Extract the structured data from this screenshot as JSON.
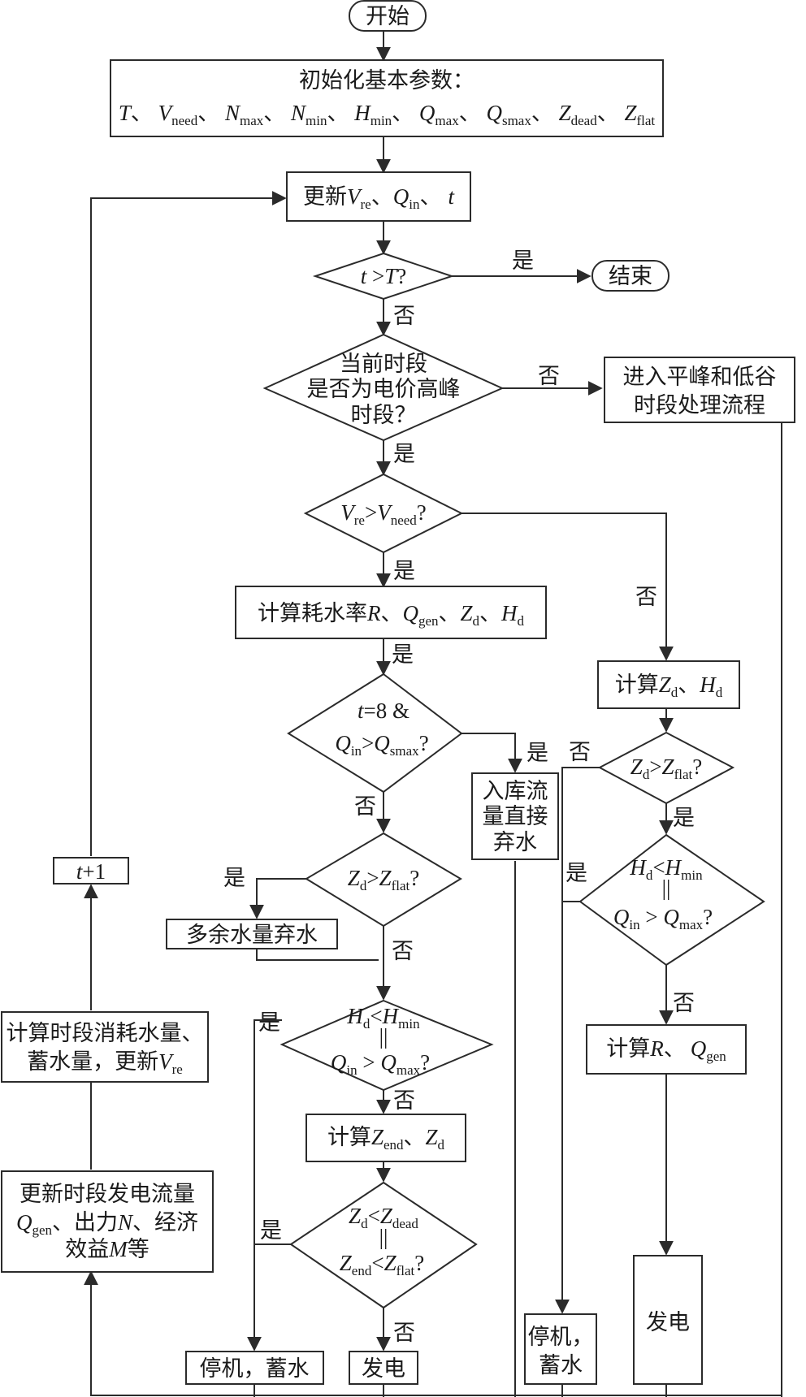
{
  "start": "开始",
  "end": "结束",
  "init": {
    "title": "初始化基本参数：",
    "params": [
      {
        "v": "T",
        "s": ""
      },
      {
        "v": "V",
        "s": "need"
      },
      {
        "v": "N",
        "s": "max"
      },
      {
        "v": "N",
        "s": "min"
      },
      {
        "v": "H",
        "s": "min"
      },
      {
        "v": "Q",
        "s": "max"
      },
      {
        "v": "Q",
        "s": "smax"
      },
      {
        "v": "Z",
        "s": "dead"
      },
      {
        "v": "Z",
        "s": "flat"
      }
    ],
    "sep": "、"
  },
  "update": {
    "pre": "更新",
    "v1": "V",
    "s1": "re",
    "sep": "、",
    "v2": "Q",
    "s2": "in",
    "sep2": "、",
    "v3": "t"
  },
  "d_time": {
    "v1": "t",
    "op": " >",
    "v2": "T",
    "q": "?"
  },
  "d_peak": {
    "l1": "当前时段",
    "l2": "是否为电价高峰",
    "l3": "时段？"
  },
  "offpeak": {
    "l1": "进入平峰和低谷",
    "l2": "时段处理流程"
  },
  "d_vre": {
    "v1": "V",
    "s1": "re",
    "op": ">",
    "v2": "V",
    "s2": "need",
    "q": "?"
  },
  "calc_r": {
    "pre": "计算耗水率",
    "v1": "R",
    "sep": "、",
    "v2": "Q",
    "s2": "gen",
    "v3": "Z",
    "s3": "d",
    "v4": "H",
    "s4": "d"
  },
  "d_t8": {
    "l1a": "t",
    "l1b": "=8 &amp;",
    "v1": "Q",
    "s1": "in",
    "op": ">",
    "v2": "Q",
    "s2": "smax",
    "q": "?"
  },
  "spill_in": {
    "l1": "入库流",
    "l2": "量直接",
    "l3": "弃水"
  },
  "calc_zd": {
    "pre": "计算",
    "v1": "Z",
    "s1": "d",
    "sep": "、",
    "v2": "H",
    "s2": "d"
  },
  "d_zflat_r": {
    "v1": "Z",
    "s1": "d",
    "op": ">",
    "v2": "Z",
    "s2": "flat",
    "q": "?"
  },
  "d_zflat_l": {
    "v1": "Z",
    "s1": "d",
    "op": ">",
    "v2": "Z",
    "s2": "flat",
    "q": "?"
  },
  "spill_extra": "多余水量弃水",
  "d_hmin_r": {
    "v1": "H",
    "s1": "d",
    "op": "<",
    "v2": "H",
    "s2": "min",
    "or": "||",
    "v3": "Q",
    "s3": "in",
    "op2": " > ",
    "v4": "Q",
    "s4": "max",
    "q": "?"
  },
  "d_hmin_l": {
    "v1": "H",
    "s1": "d",
    "op": "<",
    "v2": "H",
    "s2": "min",
    "or": "||",
    "v3": "Q",
    "s3": "in",
    "op2": " > ",
    "v4": "Q",
    "s4": "max",
    "q": "?"
  },
  "calc_rq": {
    "pre": "计算",
    "v1": "R",
    "sep": "、",
    "v2": "Q",
    "s2": "gen"
  },
  "calc_zend": {
    "pre": "计算",
    "v1": "Z",
    "s1": "end",
    "sep": "、",
    "v2": "Z",
    "s2": "d"
  },
  "d_zdead": {
    "v1": "Z",
    "s1": "d",
    "op": "<",
    "v2": "Z",
    "s2": "dead",
    "or": "||",
    "v3": "Z",
    "s3": "end",
    "op2": "<",
    "v4": "Z",
    "s4": "flat",
    "q": "?"
  },
  "stop_store_l": "停机，蓄水",
  "gen_l": "发电",
  "stop_store_r": {
    "l1": "停机，",
    "l2": "蓄水"
  },
  "gen_r": "发电",
  "update_flow": {
    "l1": "更新时段发电流量",
    "l2v": "Q",
    "l2s": "gen",
    "l2t": "、出力",
    "l2n": "N",
    "l2e": "、经济",
    "l3a": "效益",
    "l3m": "M",
    "l3b": "等"
  },
  "calc_consume": {
    "l1": "计算时段消耗水量、",
    "l2": "蓄水量，更新",
    "v": "V",
    "s": "re"
  },
  "t_plus": {
    "v": "t",
    "rest": "+1"
  },
  "yes": "是",
  "no": "否"
}
